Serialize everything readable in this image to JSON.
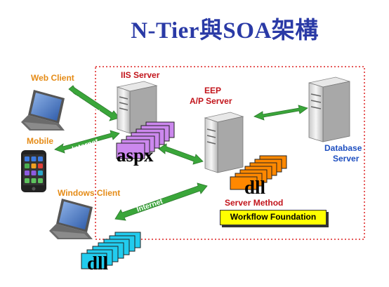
{
  "title": "N-Tier與SOA架構",
  "labels": {
    "web_client": "Web Client",
    "mobile": "Mobile",
    "windows_client": "Windows Client",
    "iis_server": "IIS Server",
    "eep_line1": "EEP",
    "eep_line2": "A/P Server",
    "database_line1": "Database",
    "database_line2": "Server",
    "server_method": "Server Method",
    "workflow": "Workflow Foundation",
    "aspx": "aspx",
    "dll_server": "dll",
    "dll_client": "dll"
  },
  "arrow_text": {
    "internet_1": "Internet",
    "internet_2": "Internet",
    "internet_3": "Internet"
  },
  "colors": {
    "title": "#2a3aa6",
    "client_label": "#e58b16",
    "server_label": "#c2141b",
    "database_label": "#1e4fc0",
    "arrow": "#3aa63a",
    "aspx_stack": "#cc88ee",
    "dll_server_stack": "#ff8800",
    "dll_client_stack": "#22ccee",
    "boundary": "#dd2222",
    "workflow_box": "#ffff00"
  },
  "icons": [
    "laptop-icon",
    "smartphone-icon",
    "server-icon"
  ]
}
